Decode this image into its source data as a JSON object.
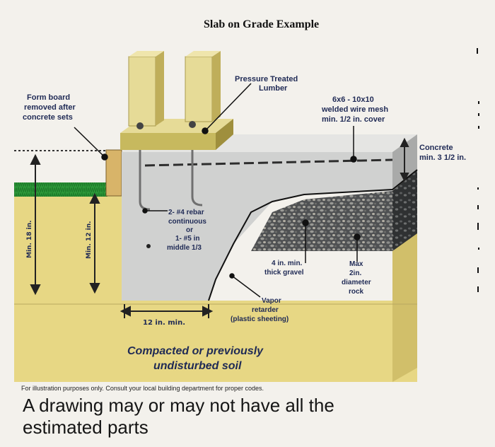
{
  "title": "Slab on Grade Example",
  "labels": {
    "pressure_treated": [
      "Pressure Treated",
      "Lumber"
    ],
    "wire_mesh": [
      "6x6 - 10x10",
      "welded wire mesh",
      "min. 1/2 in. cover"
    ],
    "form_board": [
      "Form board",
      "removed after",
      "concrete sets"
    ],
    "concrete": [
      "Concrete",
      "min. 3 1/2 in."
    ],
    "rebar": [
      "2- #4 rebar",
      "continuous",
      "or",
      "1- #5 in",
      "middle 1/3"
    ],
    "gravel": [
      "4 in. min.",
      "thick gravel"
    ],
    "rock": [
      "Max",
      "2in.",
      "diameter",
      "rock"
    ],
    "vapor": [
      "Vapor",
      "retarder",
      "(plastic sheeting)"
    ],
    "min_12_bottom": "12 in. min.",
    "min_18": "Min. 18 in.",
    "min_12_side": "Min. 12 in.",
    "soil": [
      "Compacted or previously",
      "undisturbed soil"
    ],
    "disclaimer": "For illustration purposes only. Consult your local building department for proper codes."
  },
  "caption": [
    "A drawing may or may not have all the",
    "estimated parts"
  ],
  "colors": {
    "background": "#f3f1ec",
    "soil": "#e7d784",
    "concrete": "#cfd0cf",
    "lumber": "#e6db97",
    "grass": "#2d9a3a",
    "gravel": "#56585a",
    "label_ink": "#1f2a55"
  }
}
